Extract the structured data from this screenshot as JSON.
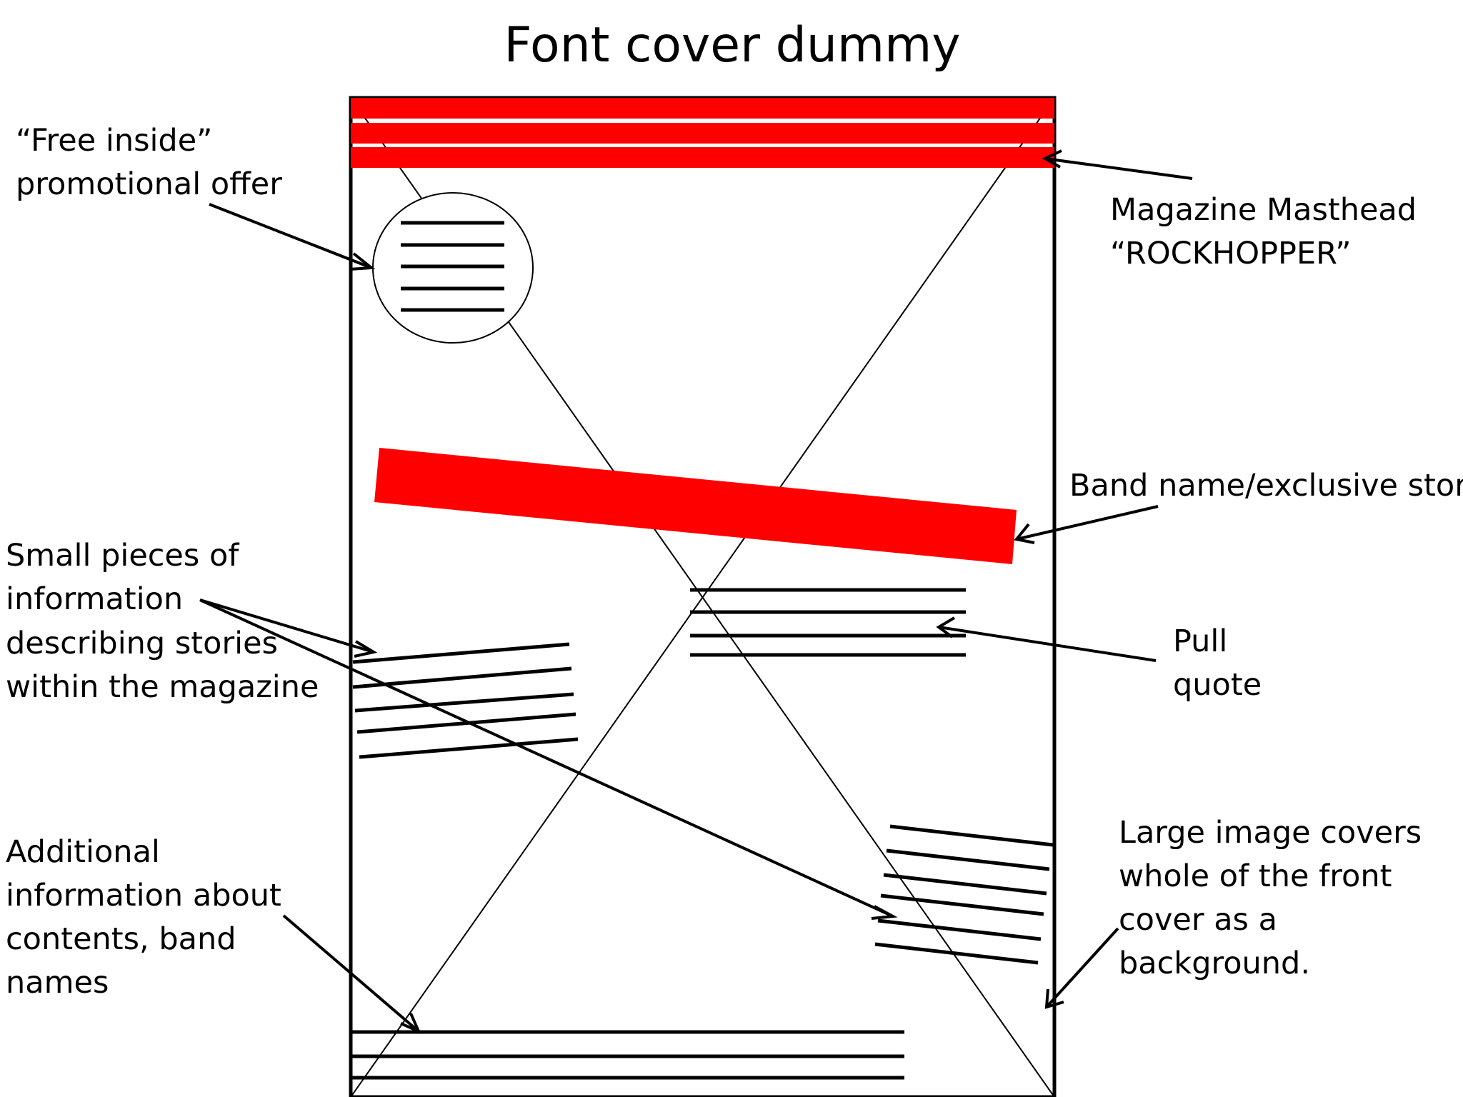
{
  "title": "Font cover dummy",
  "colors": {
    "accent": "#ff0000",
    "ink": "#000000",
    "background": "#ffffff"
  },
  "labels": {
    "free_inside": [
      "“Free inside”",
      "promotional offer"
    ],
    "masthead": [
      "Magazine Masthead",
      "“ROCKHOPPER”"
    ],
    "band_name": [
      "Band name/exclusive story"
    ],
    "small_pieces": [
      "Small pieces of",
      "information",
      "describing stories",
      "within the magazine"
    ],
    "pull_quote": [
      "Pull",
      "quote"
    ],
    "additional_info": [
      "Additional",
      "information about",
      "contents, band",
      "names"
    ],
    "large_image": [
      "Large image covers",
      "whole of the front",
      "cover as a",
      "background."
    ]
  }
}
